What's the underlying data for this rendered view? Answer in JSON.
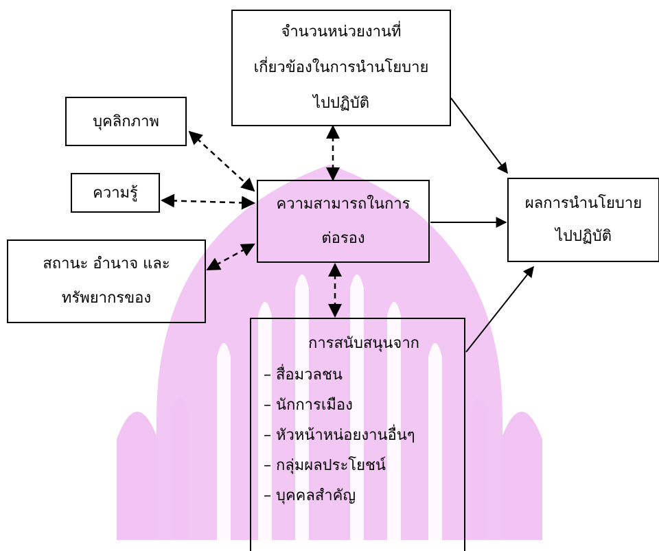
{
  "diagram": {
    "units_box": {
      "lines": [
        "จำนวนหน่วยงานที่",
        "เกี่ยวข้องในการนำนโยบาย",
        "ไปปฏิบัติ"
      ]
    },
    "personality_box": {
      "label": "บุคลิกภาพ"
    },
    "knowledge_box": {
      "label": "ความรู้"
    },
    "negotiation_box": {
      "lines": [
        "ความสามารถในการ",
        "ต่อรอง"
      ]
    },
    "status_box": {
      "lines": [
        "สถานะ อำนาจ และ",
        "ทรัพยากรของ"
      ]
    },
    "result_box": {
      "lines": [
        "ผลการนำนโยบาย",
        "ไปปฏิบัติ"
      ]
    },
    "support_box": {
      "title": "การสนับสนุนจาก",
      "items": [
        "– สื่อมวลชน",
        "– นักการเมือง",
        "– หัวหน้าหน่อยงานอื่นๆ",
        "– กลุ่มผลประโยชน์",
        "– บุคคลสำคัญ"
      ]
    },
    "colors": {
      "line": "#000000",
      "watermark": "#f2c4f3"
    }
  }
}
